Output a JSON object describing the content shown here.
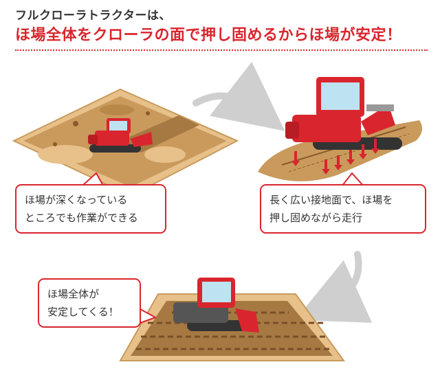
{
  "heading": {
    "line1": "フルクローラトラクターは、",
    "line2": "ほ場全体をクローラの面で押し固めるからほ場が安定！"
  },
  "callouts": [
    {
      "lines": [
        "ほ場が深くなっている",
        "ところでも作業ができる"
      ]
    },
    {
      "lines": [
        "長く広い接地面で、ほ場を",
        "押し固めながら走行"
      ]
    },
    {
      "lines": [
        "ほ場全体が",
        "安定してくる！"
      ]
    }
  ],
  "colors": {
    "accent": "#d9252d",
    "soil": "#c99a5c",
    "soil_dark": "#8a5a2c",
    "field_edge": "#e7c08a",
    "arrow_gray": "#cfcfcf",
    "tractor_red": "#d9252d"
  },
  "icons": [
    "tractor-icon",
    "curved-arrow-icon",
    "down-arrow-icon"
  ]
}
